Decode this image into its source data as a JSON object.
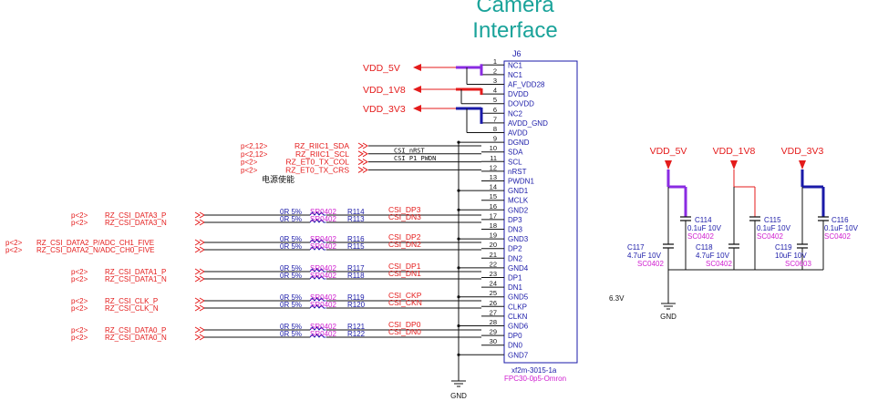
{
  "title": {
    "line1": "Camera",
    "line2": "Interface"
  },
  "connector": {
    "ref": "J6",
    "part": "xf2m-3015-1a",
    "footprint": "FPC30-0p5-Omron",
    "pins": [
      {
        "num": "1",
        "name": "NC1"
      },
      {
        "num": "2",
        "name": "NC1"
      },
      {
        "num": "3",
        "name": "AF_VDD28"
      },
      {
        "num": "4",
        "name": "DVDD"
      },
      {
        "num": "5",
        "name": "DOVDD"
      },
      {
        "num": "6",
        "name": "NC2"
      },
      {
        "num": "7",
        "name": "AVDD_GND"
      },
      {
        "num": "8",
        "name": "AVDD"
      },
      {
        "num": "9",
        "name": "DGND"
      },
      {
        "num": "10",
        "name": "SDA"
      },
      {
        "num": "11",
        "name": "SCL"
      },
      {
        "num": "12",
        "name": "nRST"
      },
      {
        "num": "13",
        "name": "PWDN1"
      },
      {
        "num": "14",
        "name": "GND1"
      },
      {
        "num": "15",
        "name": "MCLK"
      },
      {
        "num": "16",
        "name": "GND2"
      },
      {
        "num": "17",
        "name": "DP3"
      },
      {
        "num": "18",
        "name": "DN3"
      },
      {
        "num": "19",
        "name": "GND3"
      },
      {
        "num": "20",
        "name": "DP2"
      },
      {
        "num": "21",
        "name": "DN2"
      },
      {
        "num": "22",
        "name": "GND4"
      },
      {
        "num": "23",
        "name": "DP1"
      },
      {
        "num": "24",
        "name": "DN1"
      },
      {
        "num": "25",
        "name": "GND5"
      },
      {
        "num": "26",
        "name": "CLKP"
      },
      {
        "num": "27",
        "name": "CLKN"
      },
      {
        "num": "28",
        "name": "GND6"
      },
      {
        "num": "29",
        "name": "DP0"
      },
      {
        "num": "30",
        "name": "DN0"
      },
      {
        "num": "",
        "name": "GND7"
      }
    ]
  },
  "power_rails": [
    {
      "label": "VDD_5V"
    },
    {
      "label": "VDD_1V8"
    },
    {
      "label": "VDD_3V3"
    }
  ],
  "i2c_signals": [
    {
      "ref": "p<2,12>",
      "net": "RZ_RIIC1_SDA",
      "wire": ""
    },
    {
      "ref": "p<2,12>",
      "net": "RZ_RIIC1_SCL",
      "wire": "CSI_nRST"
    },
    {
      "ref": "p<2>",
      "net": "RZ_ET0_TX_COL",
      "wire": "CSI_P1_PWDN"
    },
    {
      "ref": "p<2>",
      "net": "RZ_ET0_TX_CRS",
      "wire": ""
    }
  ],
  "chinese_note": "电源使能",
  "csi_lanes": [
    {
      "ref": "p<2>",
      "net": "RZ_CSI_DATA3_P",
      "res_value": "0R 5%",
      "res_pkg": "SR0402",
      "res_ref": "R114",
      "net_out": "CSI_DP3"
    },
    {
      "ref": "p<2>",
      "net": "RZ_CSI_DATA3_N",
      "res_value": "0R 5%",
      "res_pkg": "SR0402",
      "res_ref": "R113",
      "net_out": "CSI_DN3"
    },
    {
      "ref": "p<2>",
      "net": "RZ_CSI_DATA2_P/ADC_CH1_FIVE",
      "res_value": "0R 5%",
      "res_pkg": "SR0402",
      "res_ref": "R116",
      "net_out": "CSI_DP2"
    },
    {
      "ref": "p<2>",
      "net": "RZ_CSI_DATA2_N/ADC_CH0_FIVE",
      "res_value": "0R 5%",
      "res_pkg": "SR0402",
      "res_ref": "R115",
      "net_out": "CSI_DN2"
    },
    {
      "ref": "p<2>",
      "net": "RZ_CSI_DATA1_P",
      "res_value": "0R 5%",
      "res_pkg": "SR0402",
      "res_ref": "R117",
      "net_out": "CSI_DP1"
    },
    {
      "ref": "p<2>",
      "net": "RZ_CSI_DATA1_N",
      "res_value": "0R 5%",
      "res_pkg": "SR0402",
      "res_ref": "R118",
      "net_out": "CSI_DN1"
    },
    {
      "ref": "p<2>",
      "net": "RZ_CSI_CLK_P",
      "res_value": "0R 5%",
      "res_pkg": "SR0402",
      "res_ref": "R119",
      "net_out": "CSI_CKP"
    },
    {
      "ref": "p<2>",
      "net": "RZ_CSI_CLK_N",
      "res_value": "0R 5%",
      "res_pkg": "SR0402",
      "res_ref": "R120",
      "net_out": "CSI_CKN"
    },
    {
      "ref": "p<2>",
      "net": "RZ_CSI_DATA0_P",
      "res_value": "0R 5%",
      "res_pkg": "SR0402",
      "res_ref": "R121",
      "net_out": "CSI_DP0"
    },
    {
      "ref": "p<2>",
      "net": "RZ_CSI_DATA0_N",
      "res_value": "0R 5%",
      "res_pkg": "SR0402",
      "res_ref": "R122",
      "net_out": "CSI_DN0"
    }
  ],
  "gnd_label": "GND",
  "decoupling": {
    "rails": [
      "VDD_5V",
      "VDD_1V8",
      "VDD_3V3"
    ],
    "caps": [
      {
        "ref": "C114",
        "value": "0.1uF 10V",
        "pkg": "SC0402"
      },
      {
        "ref": "C115",
        "value": "0.1uF 10V",
        "pkg": "SC0402"
      },
      {
        "ref": "C116",
        "value": "0.1uF 10V",
        "pkg": "SC0402"
      },
      {
        "ref": "C117",
        "value": "4.7uF 10V",
        "pkg": "SC0402"
      },
      {
        "ref": "C118",
        "value": "4.7uF 10V",
        "pkg": "SC0402"
      },
      {
        "ref": "C119",
        "value": "10uF 10V",
        "pkg": "SC0603"
      }
    ],
    "note": "6.3V",
    "gnd_label": "GND"
  },
  "colors": {
    "title": "#1aa39a",
    "red": "#e41b1b",
    "blue": "#1a1aa8",
    "purple": "#8a2be2",
    "magenta": "#d020d0",
    "wire": "#111111"
  }
}
